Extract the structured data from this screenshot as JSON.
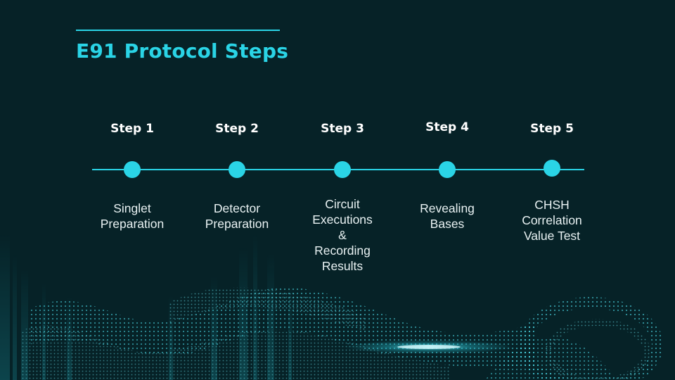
{
  "slide": {
    "title": "E91 Protocol Steps",
    "accent_color": "#2ad4e6",
    "background_color": "#062227"
  },
  "steps": [
    {
      "label": "Step 1",
      "description": "Singlet\nPreparation"
    },
    {
      "label": "Step 2",
      "description": "Detector\nPreparation"
    },
    {
      "label": "Step 3",
      "description": "Circuit\nExecutions\n&\nRecording\nResults"
    },
    {
      "label": "Step 4",
      "description": "Revealing\nBases"
    },
    {
      "label": "Step 5",
      "description": "CHSH\nCorrelation\nValue Test"
    }
  ]
}
